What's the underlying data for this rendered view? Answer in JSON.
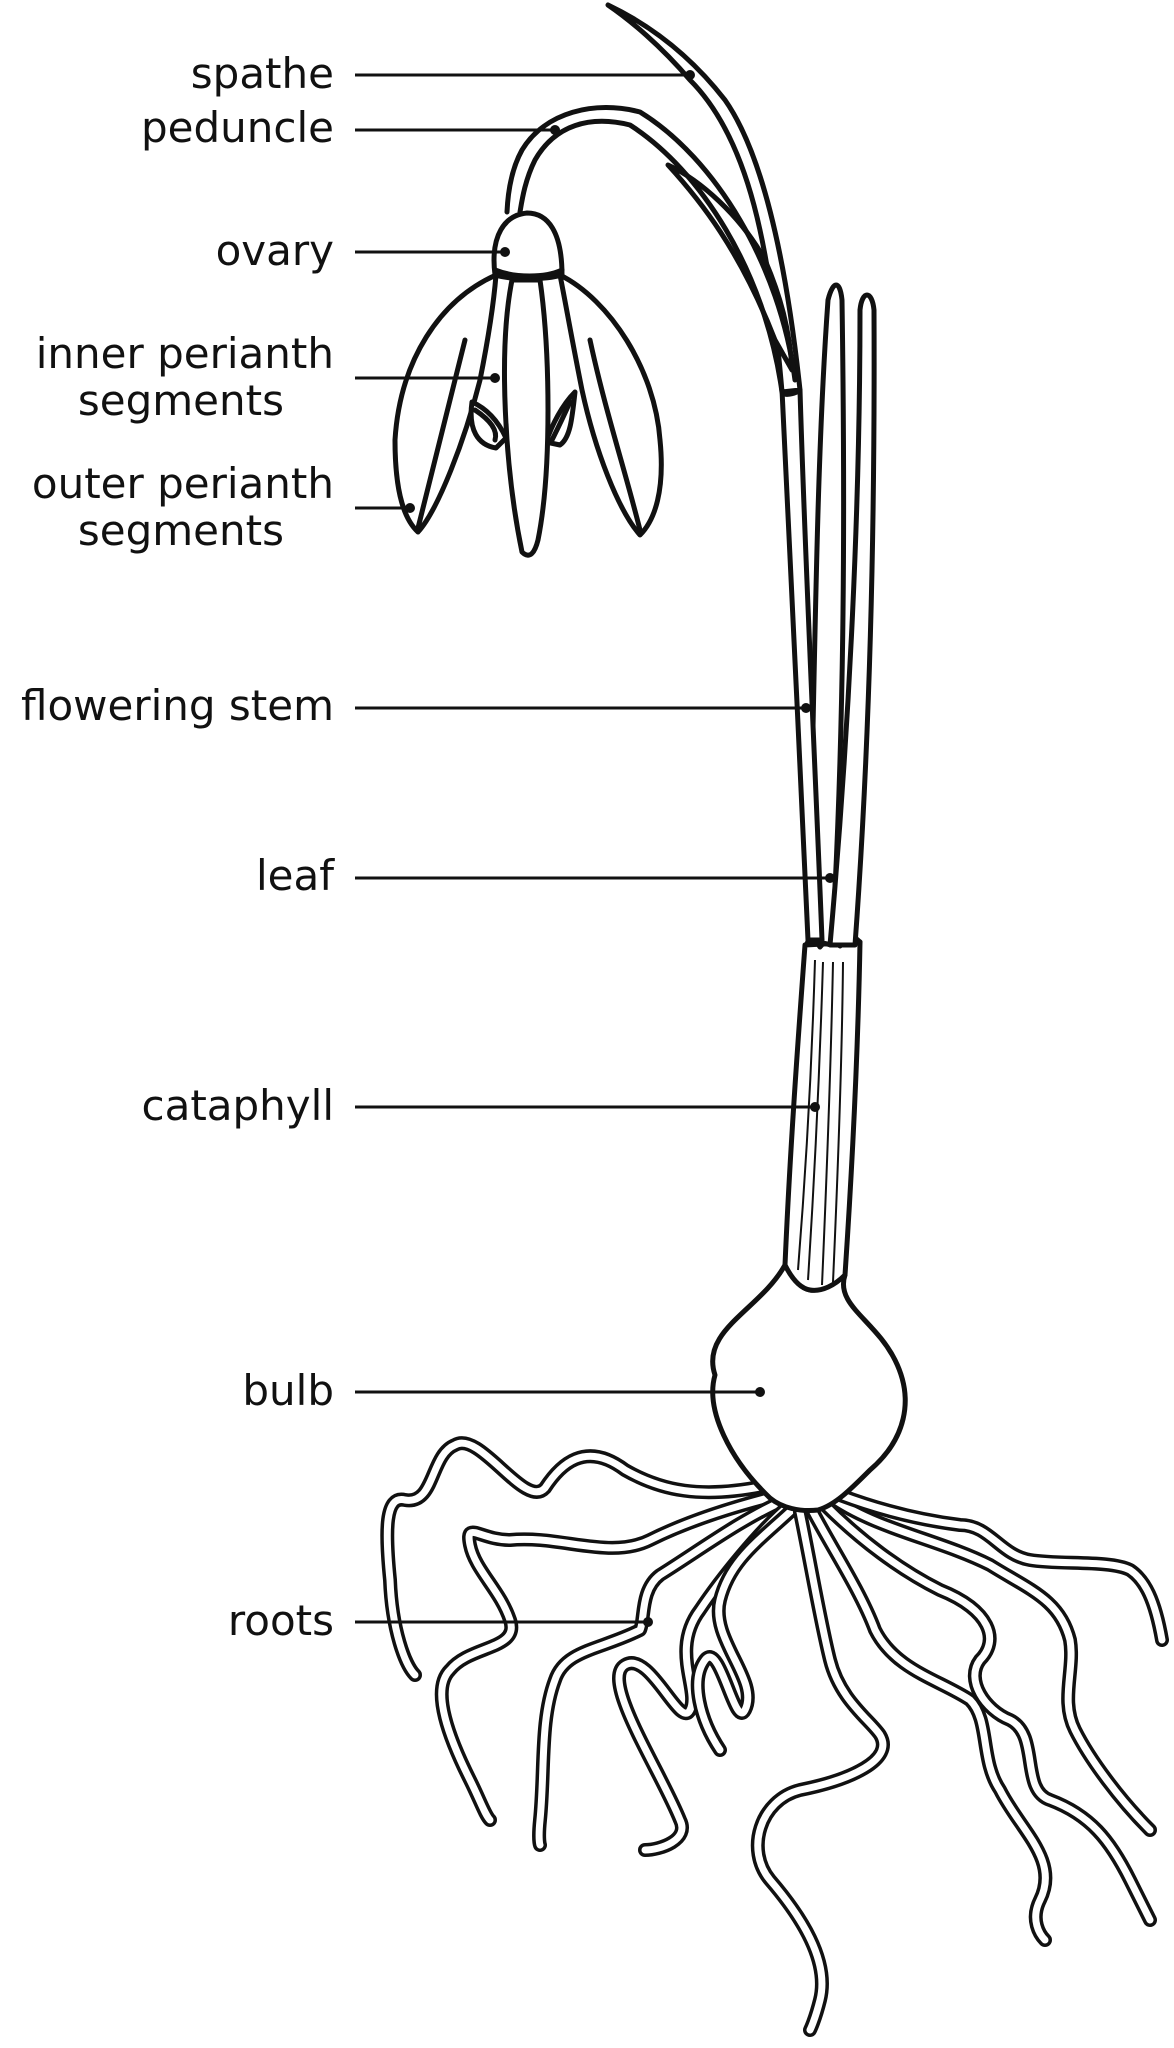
{
  "labels": [
    {
      "id": "spathe",
      "text": "spathe"
    },
    {
      "id": "peduncle",
      "text": "peduncle"
    },
    {
      "id": "ovary",
      "text": "ovary"
    },
    {
      "id": "inner",
      "lines": [
        "inner perianth",
        "segments"
      ]
    },
    {
      "id": "outer",
      "lines": [
        "outer perianth",
        "segments"
      ]
    },
    {
      "id": "stem",
      "text": "flowering stem"
    },
    {
      "id": "leaf",
      "text": "leaf"
    },
    {
      "id": "cataphyll",
      "text": "cataphyll"
    },
    {
      "id": "bulb",
      "text": "bulb"
    },
    {
      "id": "roots",
      "text": "roots"
    }
  ]
}
